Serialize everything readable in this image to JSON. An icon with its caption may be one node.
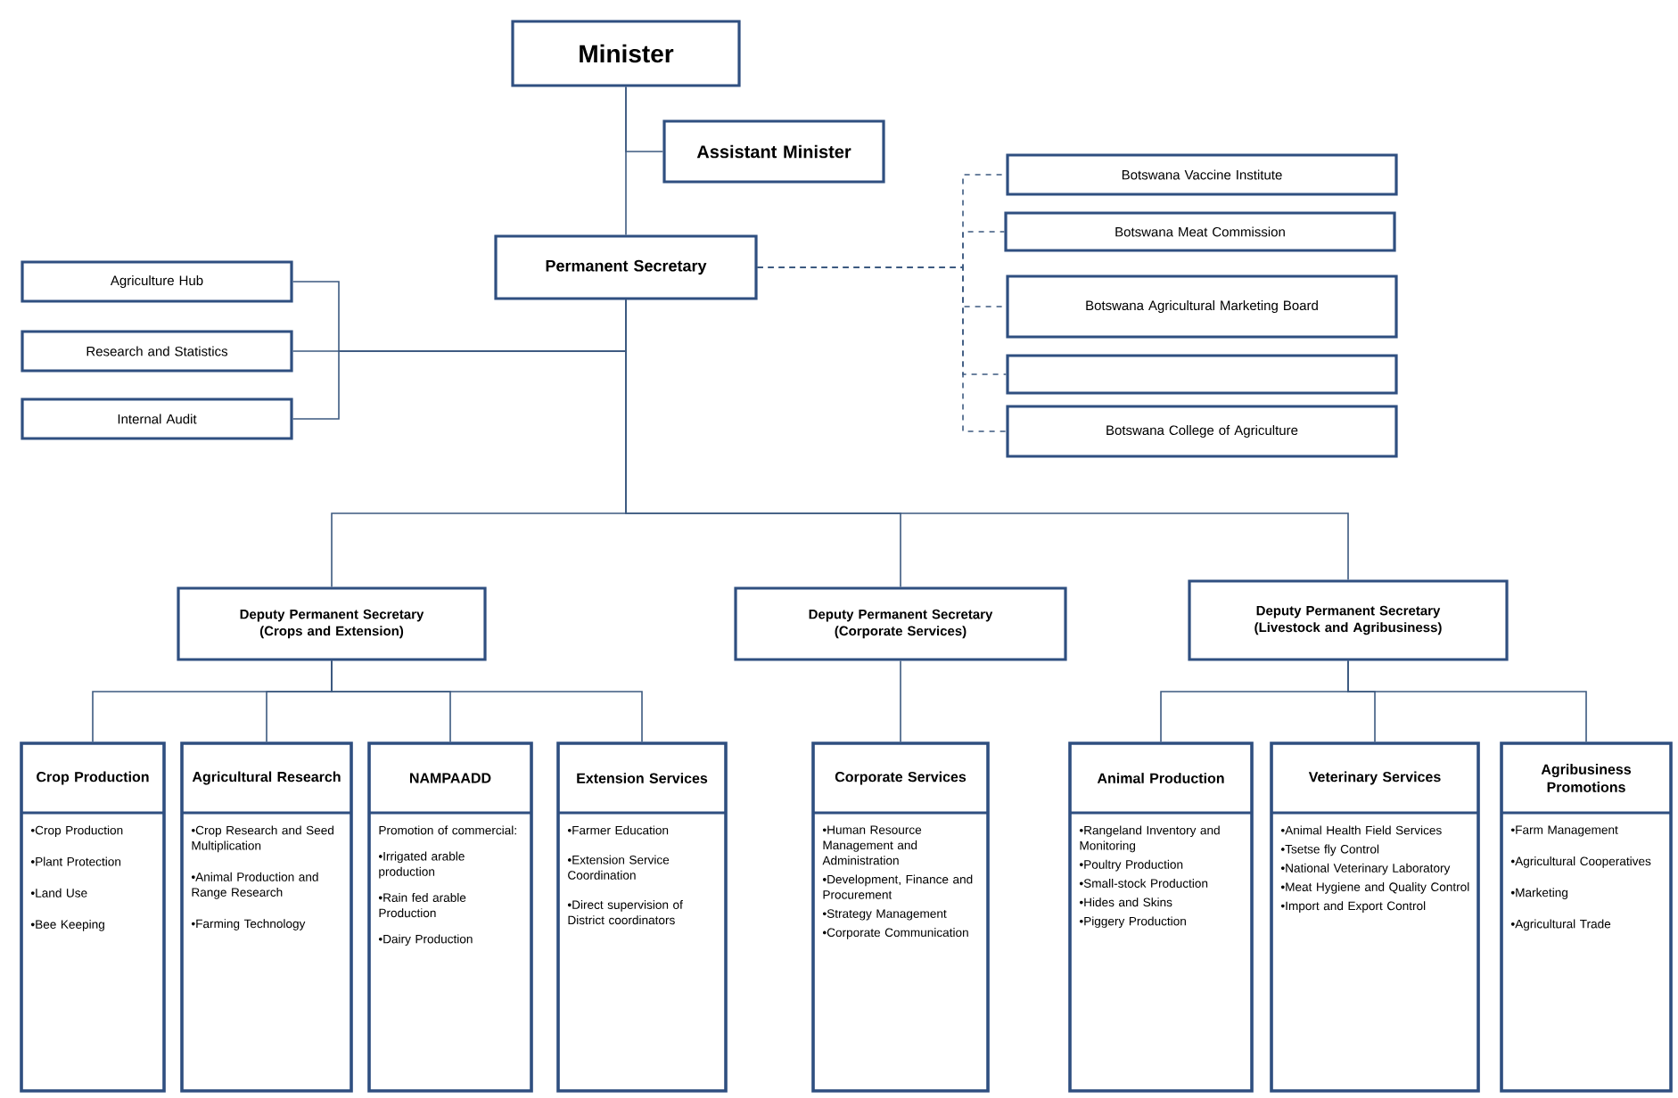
{
  "diagram": {
    "nodes": [
      {
        "text": [
          "Minister"
        ]
      },
      {
        "text": [
          "Assistant Minister"
        ]
      },
      {
        "text": [
          "Permanent Secretary"
        ]
      },
      {
        "text": [
          "Agriculture Hub"
        ]
      },
      {
        "text": [
          "Research and Statistics"
        ]
      },
      {
        "text": [
          "Internal Audit"
        ]
      },
      {
        "text": [
          "Botswana Vaccine Institute"
        ]
      },
      {
        "text": [
          "Botswana Meat Commission"
        ]
      },
      {
        "text": [
          "Botswana Agricultural Marketing Board"
        ]
      },
      {
        "text": [],
        "shape": "box"
      },
      {
        "text": [
          "Botswana College of Agriculture"
        ]
      },
      {
        "text": [
          "Deputy Permanent Secretary (Crops and Extension)"
        ]
      },
      {
        "text": [
          "Deputy Permanent Secretary (Corporate Services)"
        ]
      },
      {
        "text": [
          "Deputy Permanent Secretary (Livestock and Agribusiness)"
        ]
      },
      {
        "text": [
          "Crop Production",
          "•Crop Production",
          "•Plant Protection",
          "•Land Use",
          "•Bee Keeping"
        ]
      },
      {
        "text": [
          "Agricultural Research",
          "•Crop Research and Seed Multiplication",
          "•Animal Production and Range Research",
          "•Farming Technology"
        ]
      },
      {
        "text": [
          "NAMPAADD",
          "Promotion of commercial:",
          "•Irrigated arable production",
          "•Rain fed arable Production",
          "•Dairy Production"
        ]
      },
      {
        "text": [
          "Extension Services",
          "•Farmer Education",
          "•Extension Service Coordination",
          "•Direct supervision of District coordinators"
        ]
      },
      {
        "text": [
          "Corporate Services",
          "•Human Resource Management and Administration",
          "•Development, Finance and Procurement",
          "•Strategy Management",
          "•Corporate Communication"
        ]
      },
      {
        "text": [
          "Animal Production",
          "•Rangeland Inventory and Monitoring",
          "•Poultry Production",
          "•Small-stock Production",
          "•Hides and Skins",
          "•Piggery Production"
        ]
      },
      {
        "text": [
          "Veterinary Services",
          "•Animal Health Field Services",
          "•Tsetse fly Control",
          "•National Veterinary Laboratory",
          "•Meat Hygiene and Quality Control",
          "•Import and Export Control"
        ]
      },
      {
        "text": [
          "Agribusiness Promotions",
          "•Farm Management",
          "•Agricultural Cooperatives",
          "•Marketing",
          "•Agricultural Trade"
        ]
      }
    ],
    "edges": [
      {
        "from": 0,
        "to": 1,
        "arrow": "none"
      },
      {
        "from": 0,
        "to": 2,
        "arrow": "none"
      },
      {
        "from": 2,
        "to": 3,
        "arrow": "none"
      },
      {
        "from": 2,
        "to": 4,
        "arrow": "none"
      },
      {
        "from": 2,
        "to": 5,
        "arrow": "none"
      },
      {
        "from": 2,
        "to": 6,
        "arrow": "none",
        "style": "dashed"
      },
      {
        "from": 2,
        "to": 7,
        "arrow": "none",
        "style": "dashed"
      },
      {
        "from": 2,
        "to": 8,
        "arrow": "none",
        "style": "dashed"
      },
      {
        "from": 2,
        "to": 9,
        "arrow": "none",
        "style": "dashed"
      },
      {
        "from": 2,
        "to": 10,
        "arrow": "none",
        "style": "dashed"
      },
      {
        "from": 2,
        "to": 11,
        "arrow": "none"
      },
      {
        "from": 2,
        "to": 12,
        "arrow": "none"
      },
      {
        "from": 2,
        "to": 13,
        "arrow": "none"
      },
      {
        "from": 11,
        "to": 14,
        "arrow": "none"
      },
      {
        "from": 11,
        "to": 15,
        "arrow": "none"
      },
      {
        "from": 11,
        "to": 16,
        "arrow": "none"
      },
      {
        "from": 11,
        "to": 17,
        "arrow": "none"
      },
      {
        "from": 12,
        "to": 18,
        "arrow": "none"
      },
      {
        "from": 13,
        "to": 19,
        "arrow": "none"
      },
      {
        "from": 13,
        "to": 20,
        "arrow": "none"
      },
      {
        "from": 13,
        "to": 21,
        "arrow": "none"
      }
    ]
  }
}
